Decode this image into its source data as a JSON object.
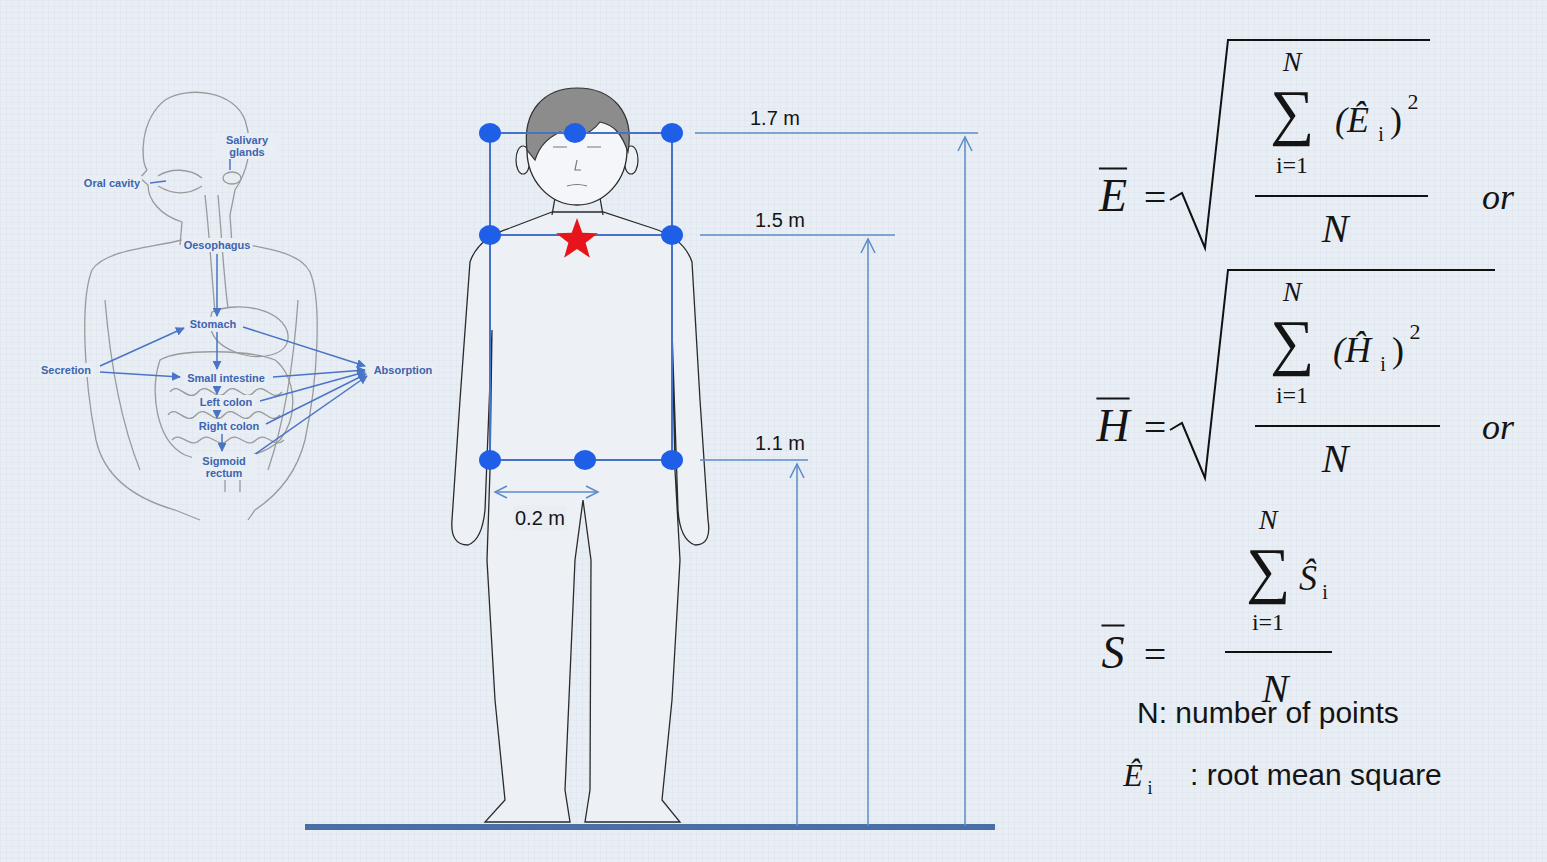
{
  "diagram": {
    "labels": [
      "Salivary glands",
      "Oral cavity",
      "Oesophagus",
      "Stomach",
      "Secretion",
      "Small intestine",
      "Absorption",
      "Left colon",
      "Right colon",
      "Sigmoid rectum",
      "1.7 m",
      "1.5 m",
      "1.1 m",
      "0.2 m",
      "E",
      "=",
      "N",
      "∑",
      "i=1",
      "(Ê",
      "i",
      ")",
      "2",
      "N",
      "or",
      "H",
      "=",
      "N",
      "∑",
      "i=1",
      "(Ĥ",
      "i",
      ")",
      "2",
      "N",
      "or",
      "S",
      "=",
      "N",
      "∑",
      "i=1",
      "Ŝ",
      "i",
      "N",
      "N: number of points",
      "Ê",
      "i",
      ": root mean square"
    ]
  }
}
